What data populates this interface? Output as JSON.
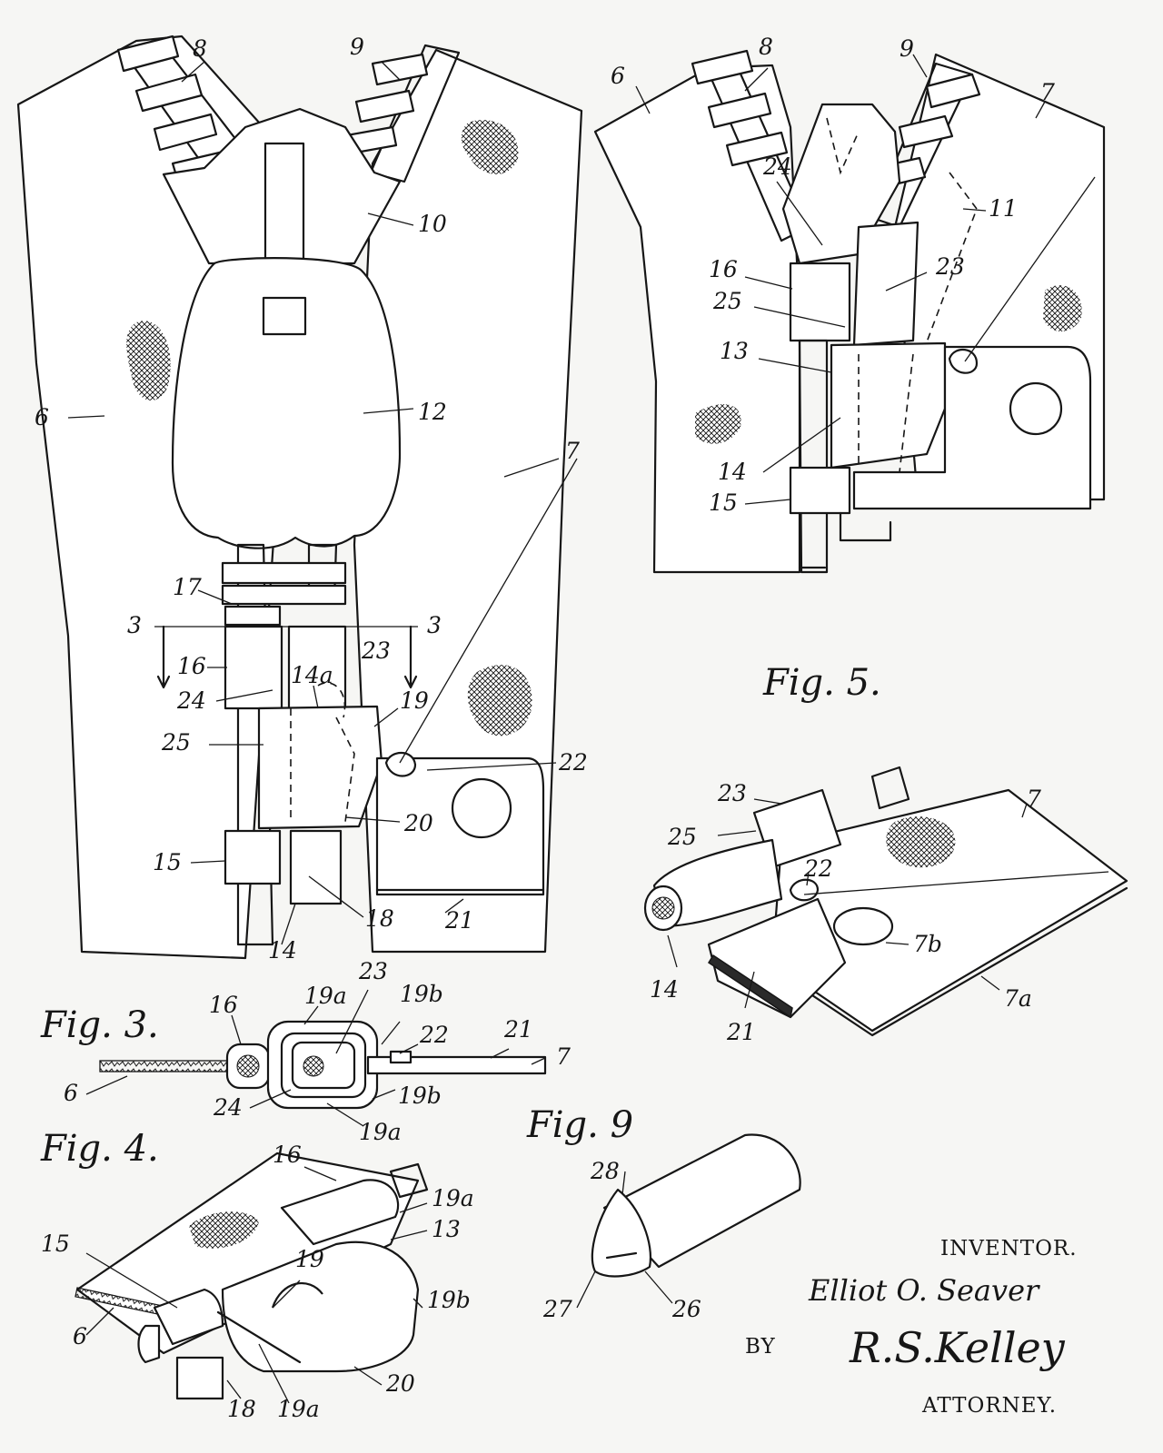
{
  "figures": {
    "fig3": "Fig. 3.",
    "fig4": "Fig. 4.",
    "fig5": "Fig. 5.",
    "fig9": "Fig. 9"
  },
  "refs": {
    "r6": "6",
    "r7": "7",
    "r7a": "7a",
    "r7b": "7b",
    "r8": "8",
    "r9": "9",
    "r10": "10",
    "r11": "11",
    "r12": "12",
    "r13": "13",
    "r14": "14",
    "r14a": "14a",
    "r15": "15",
    "r16": "16",
    "r17": "17",
    "r18": "18",
    "r19": "19",
    "r19a": "19a",
    "r19b": "19b",
    "r20": "20",
    "r21": "21",
    "r22": "22",
    "r23": "23",
    "r24": "24",
    "r25": "25",
    "r26": "26",
    "r27": "27",
    "r28": "28",
    "r3": "3"
  },
  "signature": {
    "inventor_caption": "INVENTOR.",
    "inventor_name": "Elliot O. Seaver",
    "by": "BY",
    "attorney_signature": "R.S.Kelley",
    "attorney_caption": "ATTORNEY."
  }
}
